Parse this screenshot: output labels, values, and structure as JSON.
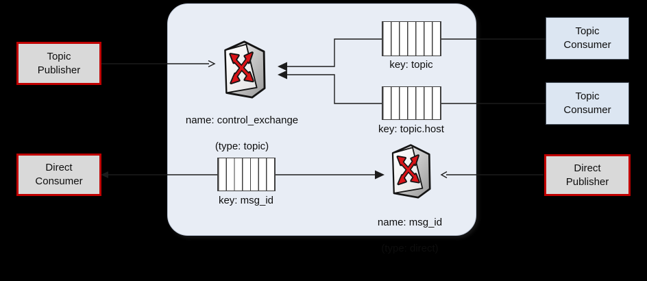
{
  "colors": {
    "background": "#000000",
    "container_fill": "#e8edf5",
    "consumer_fill": "#dce6f2",
    "gray_fill": "#d9d9d9",
    "red_border": "#c00000",
    "line": "#1c1c1c",
    "arrow_red": "#da1418",
    "queue_fill": "#ffffff"
  },
  "nodes": {
    "topic_publisher": {
      "label": "Topic\nPublisher"
    },
    "direct_consumer": {
      "label": "Direct\nConsumer"
    },
    "topic_consumer_1": {
      "label": "Topic\nConsumer"
    },
    "topic_consumer_2": {
      "label": "Topic\nConsumer"
    },
    "direct_publisher": {
      "label": "Direct\nPublisher"
    }
  },
  "exchanges": {
    "control": {
      "name": "name: control_exchange",
      "type": "(type: topic)"
    },
    "direct": {
      "name": "name: msg_id",
      "type": "(type: direct)"
    }
  },
  "queues": {
    "topic": {
      "label": "key: topic"
    },
    "topic_host": {
      "label": "key: topic.host"
    },
    "msg_id": {
      "label": "key: msg_id"
    }
  }
}
